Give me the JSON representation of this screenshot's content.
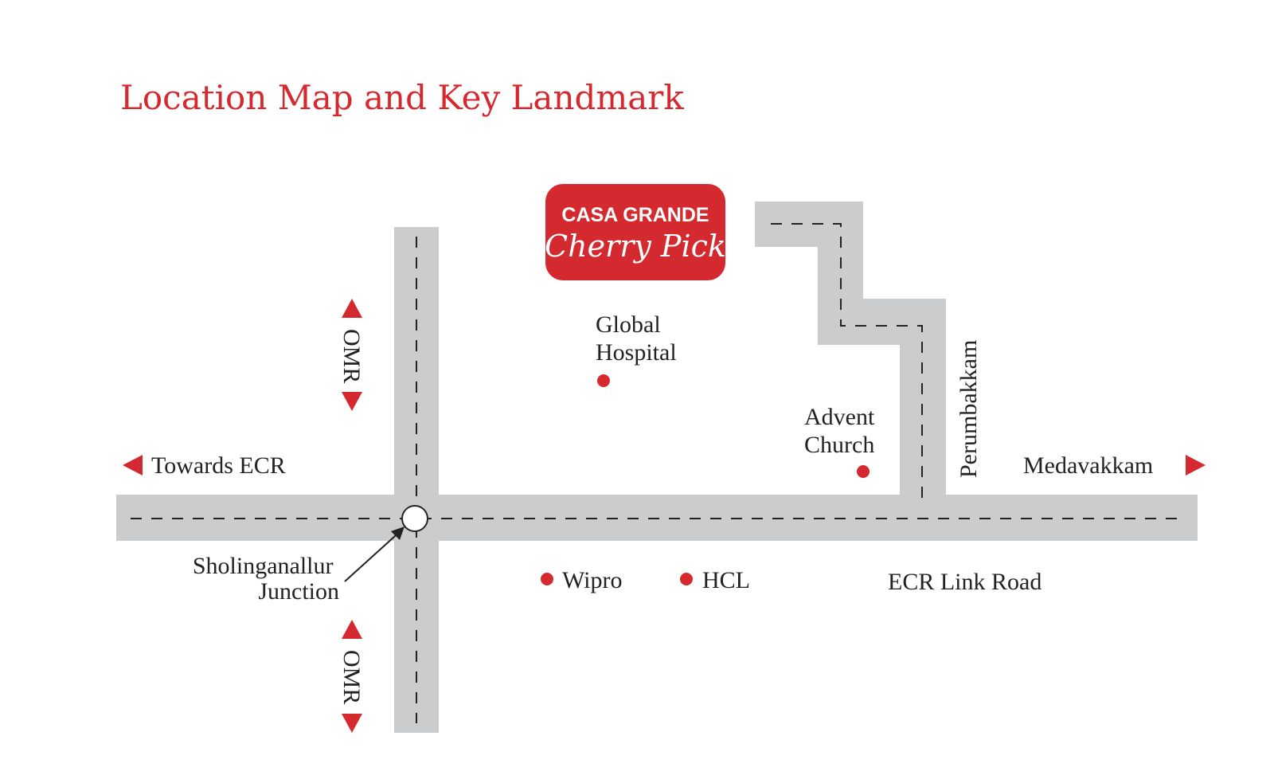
{
  "title": "Location Map and Key Landmark",
  "colors": {
    "accent": "#d42a2f",
    "road": "#cbcccd",
    "text": "#222222",
    "center_line": "#222222"
  },
  "project": {
    "brand_line": "CASA GRANDE",
    "script_line": "Cherry Pick",
    "icon": "project-marker"
  },
  "landmarks": [
    {
      "name": "Global Hospital",
      "lines": [
        "Global",
        "Hospital"
      ],
      "icon": "landmark-dot"
    },
    {
      "name": "Advent Church",
      "lines": [
        "Advent",
        "Church"
      ],
      "icon": "landmark-dot"
    },
    {
      "name": "Wipro",
      "lines": [
        "Wipro"
      ],
      "icon": "landmark-dot"
    },
    {
      "name": "HCL",
      "lines": [
        "HCL"
      ],
      "icon": "landmark-dot"
    }
  ],
  "junction": {
    "lines": [
      "Sholinganallur",
      "Junction"
    ],
    "icon": "junction-circle"
  },
  "road_labels": {
    "towards_ecr": "Towards ECR",
    "medavakkam": "Medavakkam",
    "ecr_link_road": "ECR Link Road",
    "perumbakkam": "Perumbakkam",
    "omr_top": "OMR",
    "omr_bottom": "OMR"
  },
  "arrows": {
    "left": "arrow-left-icon",
    "right": "arrow-right-icon",
    "up": "arrow-up-icon",
    "down": "arrow-down-icon"
  }
}
